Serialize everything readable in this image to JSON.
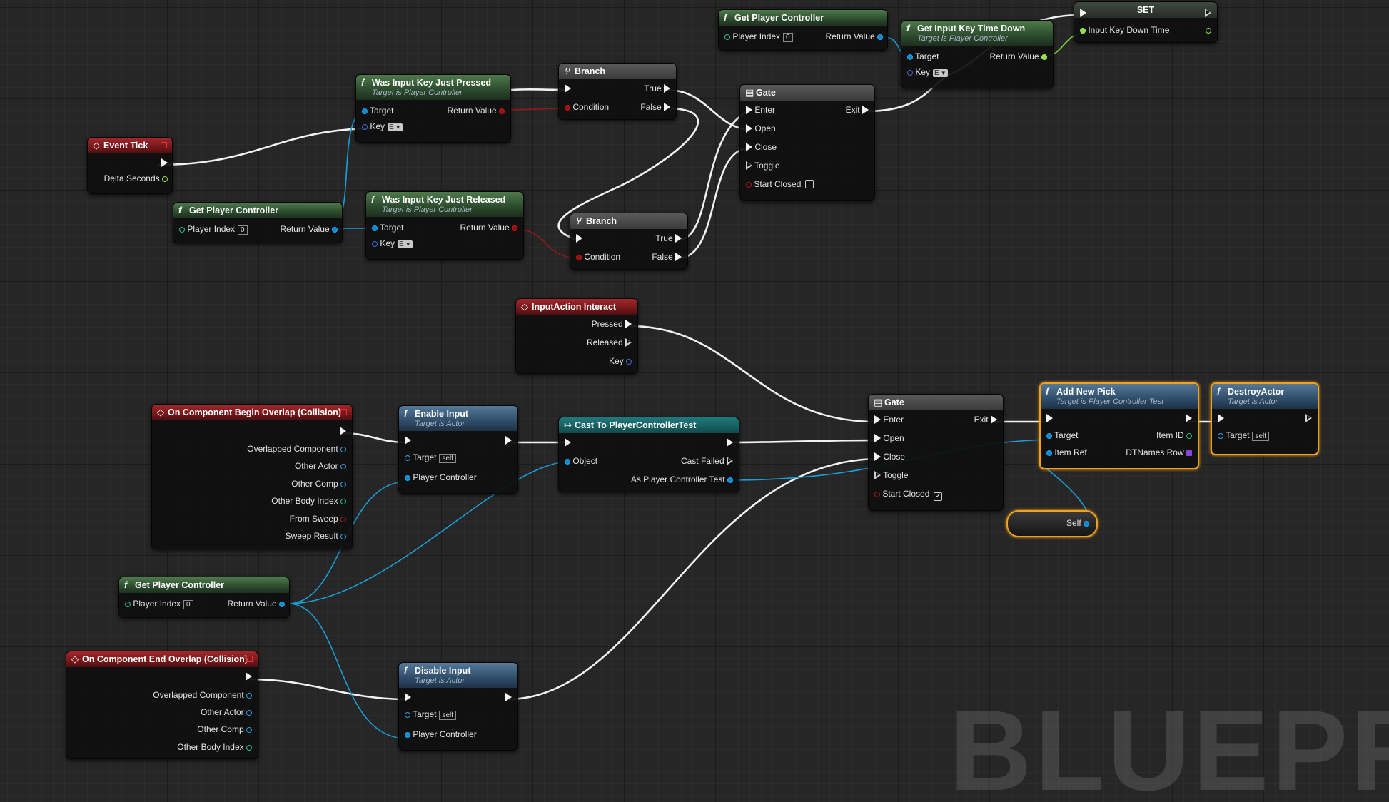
{
  "watermark": "BLUEPRIN",
  "nodes": {
    "event_tick": {
      "title": "Event Tick",
      "delta": "Delta Seconds"
    },
    "gpc1": {
      "title": "Get Player Controller",
      "player_index": "Player Index",
      "index": "0",
      "return": "Return Value"
    },
    "pressed": {
      "title": "Was Input Key Just Pressed",
      "sub": "Target is Player Controller",
      "target": "Target",
      "return": "Return Value",
      "key": "Key",
      "key_val": "E"
    },
    "released": {
      "title": "Was Input Key Just Released",
      "sub": "Target is Player Controller",
      "target": "Target",
      "return": "Return Value",
      "key": "Key",
      "key_val": "E"
    },
    "branch1": {
      "title": "Branch",
      "true": "True",
      "condition": "Condition",
      "false": "False"
    },
    "branch2": {
      "title": "Branch",
      "true": "True",
      "condition": "Condition",
      "false": "False"
    },
    "gate1": {
      "title": "Gate",
      "enter": "Enter",
      "exit": "Exit",
      "open": "Open",
      "close": "Close",
      "toggle": "Toggle",
      "start_closed": "Start Closed"
    },
    "gpc_top": {
      "title": "Get Player Controller",
      "player_index": "Player Index",
      "index": "0",
      "return": "Return Value"
    },
    "keytime": {
      "title": "Get Input Key Time Down",
      "sub": "Target is Player Controller",
      "target": "Target",
      "return": "Return Value",
      "key": "Key",
      "key_val": "E"
    },
    "set": {
      "title": "SET",
      "var": "Input Key Down Time"
    },
    "input_action": {
      "title": "InputAction Interact",
      "pressed": "Pressed",
      "released": "Released",
      "key": "Key"
    },
    "begin_overlap": {
      "title": "On Component Begin Overlap (Collision)",
      "pins": [
        "Overlapped Component",
        "Other Actor",
        "Other Comp",
        "Other Body Index",
        "From Sweep",
        "Sweep Result"
      ]
    },
    "enable_input": {
      "title": "Enable Input",
      "sub": "Target is Actor",
      "target": "Target",
      "self": "self",
      "pc": "Player Controller"
    },
    "cast": {
      "title": "Cast To PlayerControllerTest",
      "object": "Object",
      "failed": "Cast Failed",
      "as": "As Player Controller Test"
    },
    "gpc2": {
      "title": "Get Player Controller",
      "player_index": "Player Index",
      "index": "0",
      "return": "Return Value"
    },
    "end_overlap": {
      "title": "On Component End Overlap (Collision)",
      "pins": [
        "Overlapped Component",
        "Other Actor",
        "Other Comp",
        "Other Body Index"
      ]
    },
    "disable_input": {
      "title": "Disable Input",
      "sub": "Target is Actor",
      "target": "Target",
      "self": "self",
      "pc": "Player Controller"
    },
    "gate2": {
      "title": "Gate",
      "enter": "Enter",
      "exit": "Exit",
      "open": "Open",
      "close": "Close",
      "toggle": "Toggle",
      "start_closed": "Start Closed"
    },
    "add_pick": {
      "title": "Add New Pick",
      "sub": "Target is Player Controller Test",
      "target": "Target",
      "item_id": "Item ID",
      "item_ref": "Item Ref",
      "dtrow": "DTNames Row"
    },
    "destroy": {
      "title": "DestroyActor",
      "sub": "Target is Actor",
      "target": "Target",
      "self": "self"
    },
    "self_ref": {
      "label": "Self"
    }
  }
}
